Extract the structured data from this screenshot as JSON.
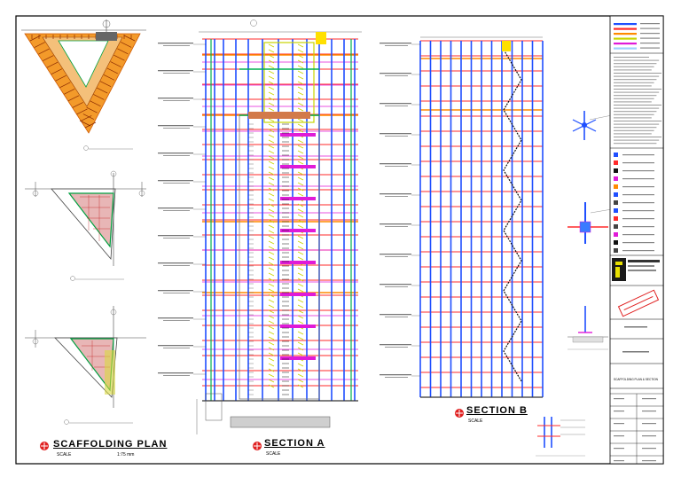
{
  "views": {
    "scaffolding_plan": {
      "title": "SCAFFOLDING PLAN",
      "scale_label": "SCALE",
      "scale_value": "1:75 mm"
    },
    "section_a": {
      "title": "SECTION A",
      "scale_label": "SCALE"
    },
    "section_b": {
      "title": "SECTION B",
      "scale_label": "SCALE"
    }
  },
  "title_block": {
    "drawing_title": "SCAFFOLDING PLAN & SECTION"
  },
  "colors": {
    "standards": "#1f4fff",
    "ledgers": "#ff2a2a",
    "transoms": "#ff8a00",
    "boards": "#c8d400",
    "ties": "#e01ad8",
    "bracing": "#ff2a2a",
    "ground": "#00b050",
    "structure": "#777777",
    "stairs": "#000000",
    "logo_bg": "#1a1a1a",
    "logo_accent": "#e8e000",
    "stamp": "#e02020"
  },
  "icons": [
    "section-marker-icon",
    "north-arrow-icon",
    "company-logo-icon",
    "approval-stamp-icon"
  ]
}
